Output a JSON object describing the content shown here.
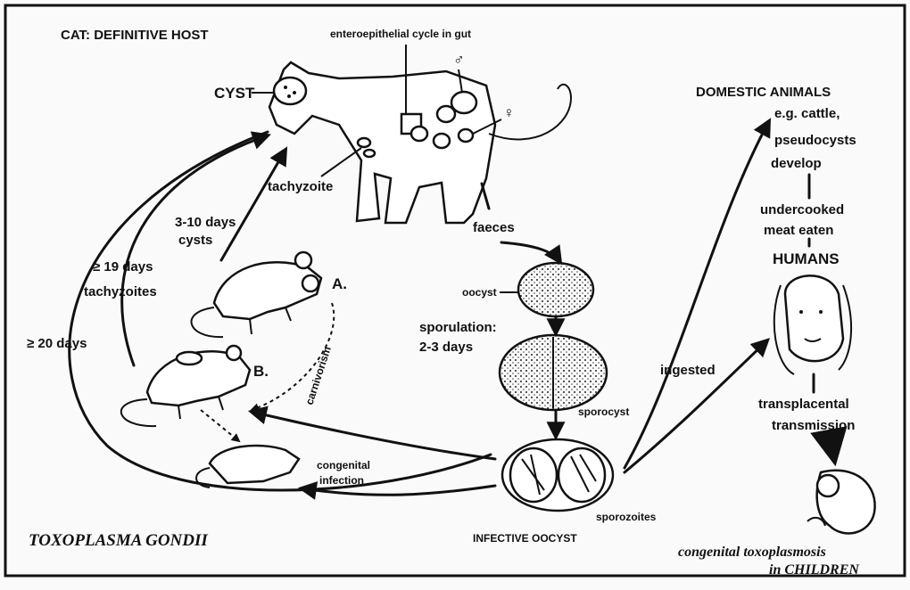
{
  "labels": {
    "cat_host": "CAT: DEFINITIVE HOST",
    "enteroepithelial": "enteroepithelial cycle in gut",
    "male": "♂",
    "female": "♀",
    "cyst": "CYST",
    "tachyzoite": "tachyzoite",
    "days_3_10": "3-10 days",
    "cysts": "cysts",
    "days_19": "≥ 19 days",
    "tachyzoites": "tachyzoites",
    "days_20": "≥ 20 days",
    "label_a": "A.",
    "label_b": "B.",
    "carnivorism": "carnivorism",
    "congenital_infection_1": "congenital",
    "congenital_infection_2": "infection",
    "faeces": "faeces",
    "oocyst": "oocyst",
    "sporulation": "sporulation:",
    "sporulation_days": "2-3 days",
    "sporocyst": "sporocyst",
    "sporozoites": "sporozoites",
    "infective_oocyst": "INFECTIVE OOCYST",
    "ingested": "ingested",
    "domestic_animals": "DOMESTIC ANIMALS",
    "eg_cattle": "e.g. cattle,",
    "pseudocysts": "pseudocysts",
    "develop": "develop",
    "undercooked": "undercooked",
    "meat_eaten": "meat eaten",
    "humans": "HUMANS",
    "transplacental": "transplacental",
    "transmission": "transmission",
    "title": "TOXOPLASMA GONDII",
    "congenital_toxo": "congenital toxoplasmosis",
    "in_children": "in CHILDREN"
  }
}
